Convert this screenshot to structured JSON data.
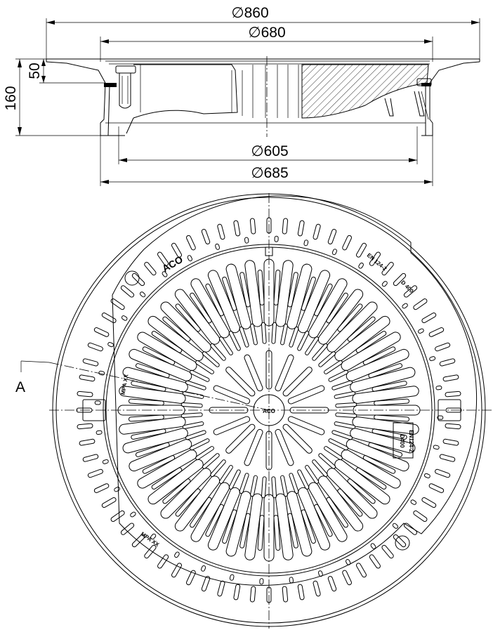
{
  "drawing": {
    "dimensions": {
      "outer_diameter": "860",
      "grate_diameter": "680",
      "inner_diameter": "605",
      "frame_diameter": "685",
      "total_height": "160",
      "frame_height": "50",
      "diameter_symbol": "∅"
    },
    "section_marker": "A",
    "markings": {
      "brand": "ACO",
      "center_brand": "ACO",
      "standard_top": "EN 124-2",
      "class_top": "D 400",
      "standard_right": "EN124-2",
      "class_right": "D400",
      "mpa_left": "MPA XX",
      "mpa_bottom": "MPA XX"
    }
  }
}
